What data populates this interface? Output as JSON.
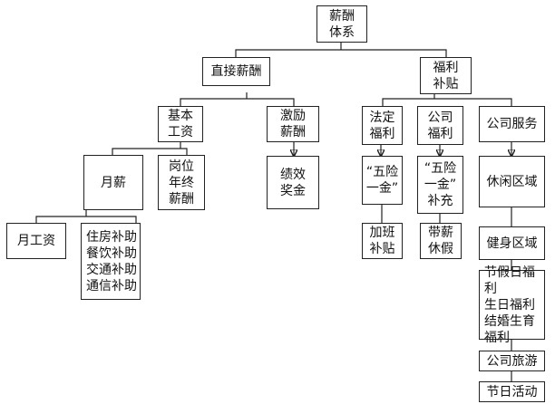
{
  "nodes": {
    "root": "薪酬\n体系",
    "direct": "直接薪酬",
    "welfare": "福利\n补贴",
    "basic": "基本\n工资",
    "incentive": "激励\n薪酬",
    "legal": "法定\n福利",
    "company_welfare": "公司\n福利",
    "company_service": "公司服务",
    "monthly": "月薪",
    "post_bonus": "岗位\n年终\n薪酬",
    "performance": "绩效\n奖金",
    "five_insurance": "“五险\n一金”",
    "five_insurance_supp": "“五险\n一金”\n补充",
    "leisure": "休闲区域",
    "monthly_wage": "月工资",
    "allowances": "住房补助\n餐饮补助\n交通补助\n通信补助",
    "overtime": "加班\n补贴",
    "paid_leave": "带薪\n休假",
    "fitness": "健身区域",
    "holiday": "节假日福利\n生日福利\n结婚生育\n福利",
    "travel": "公司旅游",
    "festival": "节日活动"
  }
}
